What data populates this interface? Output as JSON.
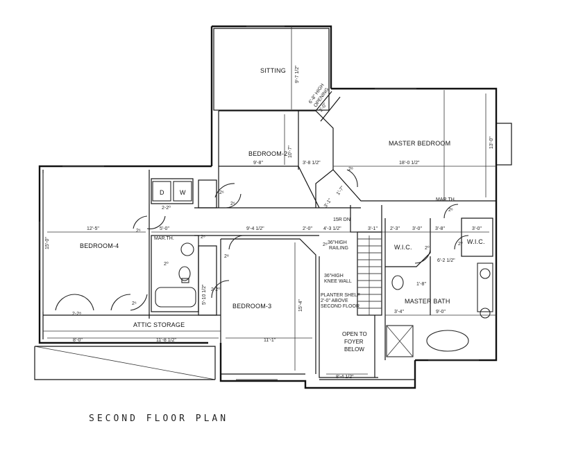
{
  "title": "SECOND FLOOR PLAN",
  "rooms": {
    "sitting": "SITTING",
    "bedroom2": "BEDROOM-2",
    "master_bedroom": "MASTER BEDROOM",
    "bedroom4": "BEDROOM-4",
    "bedroom3": "BEDROOM-3",
    "attic_storage": "ATTIC STORAGE",
    "wic_left": "W.I.C.",
    "wic_right": "W.I.C.",
    "master_bath": "MASTER BATH",
    "open_to_foyer": [
      "OPEN TO",
      "FOYER",
      "BELOW"
    ],
    "washer": "W",
    "dryer": "D"
  },
  "notes": {
    "high_opening": [
      "6'-8\" HIGH",
      "OPENING"
    ],
    "railing": [
      "36\"HIGH",
      "RAILING"
    ],
    "knee_wall": [
      "36\"HIGH",
      "KNEE WALL"
    ],
    "planter_shelf": [
      "PLANTER SHELF",
      "2'-0\" ABOVE",
      "SECOND FLOOR"
    ],
    "stairs_dn": "15R DN",
    "marth_left": "MAR.TH.",
    "marth_right": "MAR.TH."
  },
  "dimensions": {
    "sitting_depth": "9'-7 1/2\"",
    "bedroom2_width": "9'-8\"",
    "bedroom2_depth": "10'-7\"",
    "bedroom2_right": "3'-8 1/2\"",
    "master_width": "18'-0 1/2\"",
    "master_depth": "13'-0\"",
    "bedroom4_width": "12'-5\"",
    "bedroom4_depth": "15'-0\"",
    "hall": "9'-4 1/2\"",
    "hall_a": "5'-0\"",
    "hall_b": "2'-0\"",
    "hall_c": "4'-3 1/2\"",
    "hall_d": "3'-1\"",
    "wic_a": "2'-3\"",
    "wic_b": "3'-0\"",
    "wic_c": "3'-8\"",
    "wic_d": "3'-0\"",
    "attic_a": "8'-0\"",
    "attic_b": "11'-8 1/2\"",
    "bedroom3_width": "11'-1\"",
    "bedroom3_depth": "15'-4\"",
    "foyer_width": "8'-4 1/2\"",
    "bath_a": "3'-4\"",
    "bath_b": "9'-0\"",
    "bath_c": "1'-8\"",
    "bath_d": "6'-2 1/2\"",
    "closet": "5'-10 1/2\"",
    "misc_a": "3'-1\"",
    "misc_b": "1'-7\"",
    "misc_c": "3'-0\""
  },
  "doors": {
    "d1": "2-2⁰",
    "d2": "2⁶",
    "d3": "2⁶",
    "d4": "2⁶",
    "d5": "2⁸",
    "d6": "2⁸",
    "d7": "2⁰",
    "d8": "2-2⁸",
    "d9": "2⁶",
    "d10": "2-2⁰",
    "d11": "2⁸",
    "d12": "2⁰",
    "d13": "2⁰",
    "d14": "2⁶",
    "d15": "2⁸"
  }
}
